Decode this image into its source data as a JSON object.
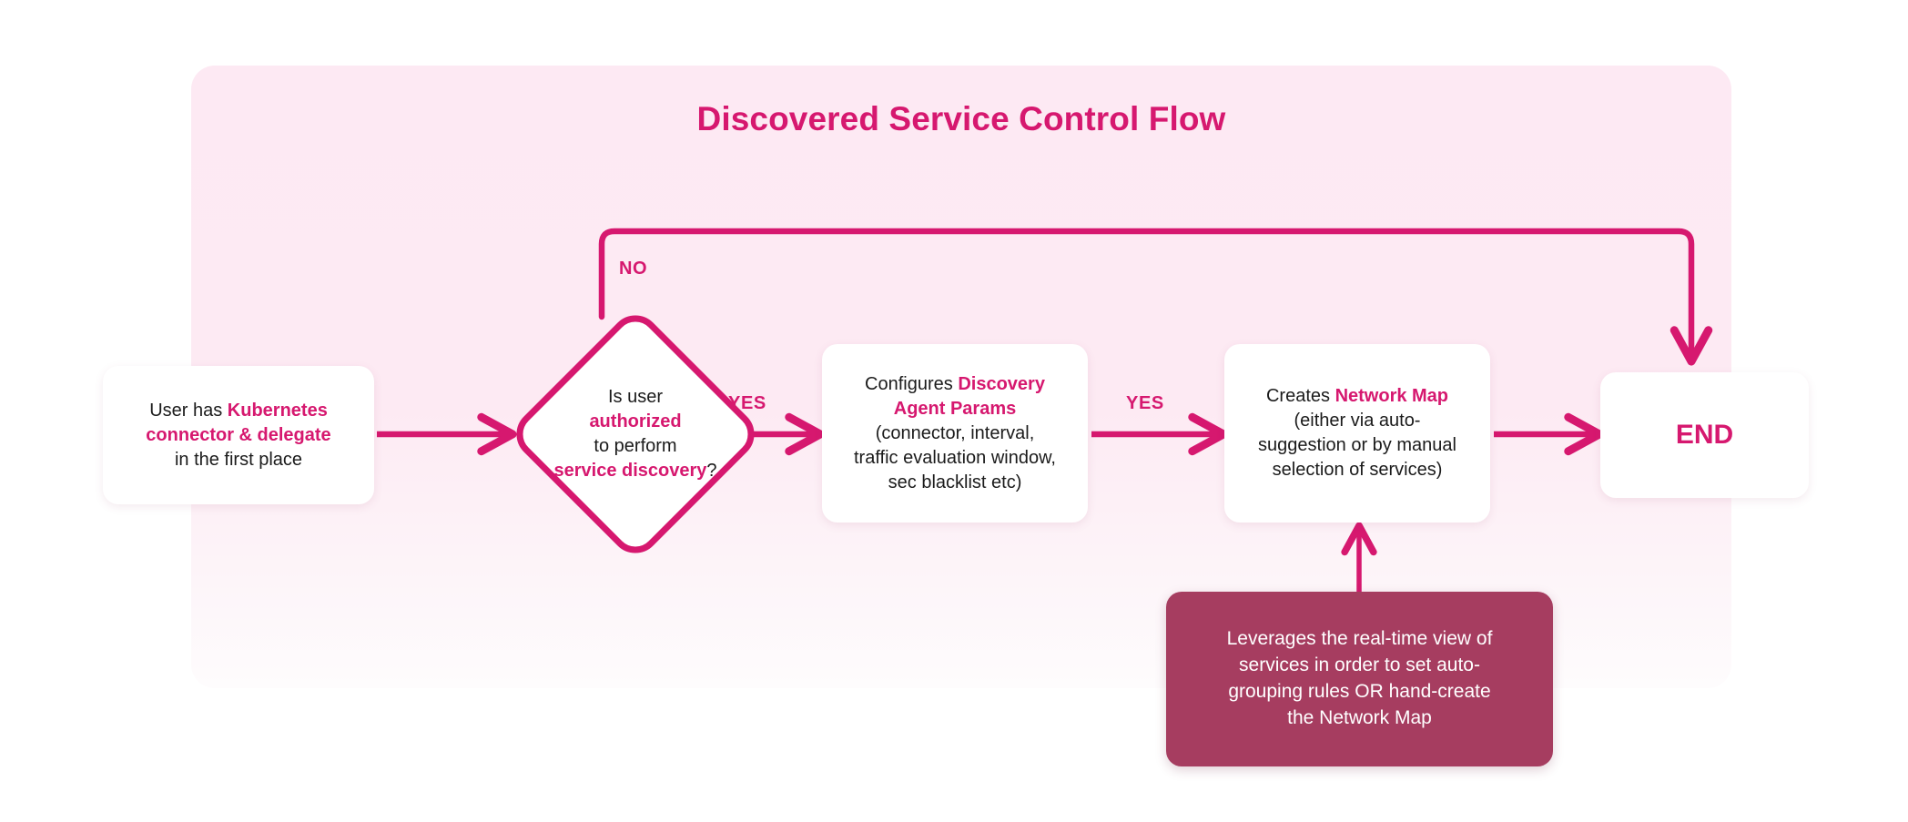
{
  "title": "Discovered Service Control Flow",
  "colors": {
    "accent": "#d6186f",
    "panel_bg": "#fde9f3",
    "note_bg": "#a63d60",
    "node_bg": "#ffffff",
    "text": "#1b1b1b",
    "note_text": "#ffffff"
  },
  "nodes": {
    "start": {
      "shape": "rounded-rect",
      "line1_plain": "User has ",
      "line1_highlight": "Kubernetes",
      "line2_highlight": "connector & delegate",
      "line3_plain": "in the first place"
    },
    "decision": {
      "shape": "diamond",
      "line1": "Is user",
      "line2_highlight": "authorized",
      "line3": "to perform",
      "line4_highlight": "service discovery",
      "line4_suffix": "?"
    },
    "params": {
      "shape": "rounded-rect",
      "line1_plain": "Configures ",
      "line1_highlight": "Discovery",
      "line2_highlight": "Agent Params",
      "line3": "(connector, interval,",
      "line4": "traffic evaluation window,",
      "line5": "sec blacklist etc)"
    },
    "netmap": {
      "shape": "rounded-rect",
      "line1_plain": "Creates ",
      "line1_highlight": "Network Map",
      "line2": "(either via auto-",
      "line3": "suggestion or by manual",
      "line4": "selection of services)"
    },
    "end": {
      "shape": "rounded-rect",
      "label": "END"
    },
    "note": {
      "shape": "rounded-rect-filled",
      "line1": "Leverages the real-time view of",
      "line2": "services in order to set auto-",
      "line3": "grouping rules OR hand-create",
      "line4": "the Network Map"
    }
  },
  "edges": {
    "start_to_decision": {
      "label": ""
    },
    "decision_no": {
      "label": "NO"
    },
    "decision_yes": {
      "label": "YES"
    },
    "params_to_netmap": {
      "label": "YES"
    },
    "netmap_to_end": {
      "label": ""
    },
    "note_to_netmap": {
      "label": ""
    }
  }
}
